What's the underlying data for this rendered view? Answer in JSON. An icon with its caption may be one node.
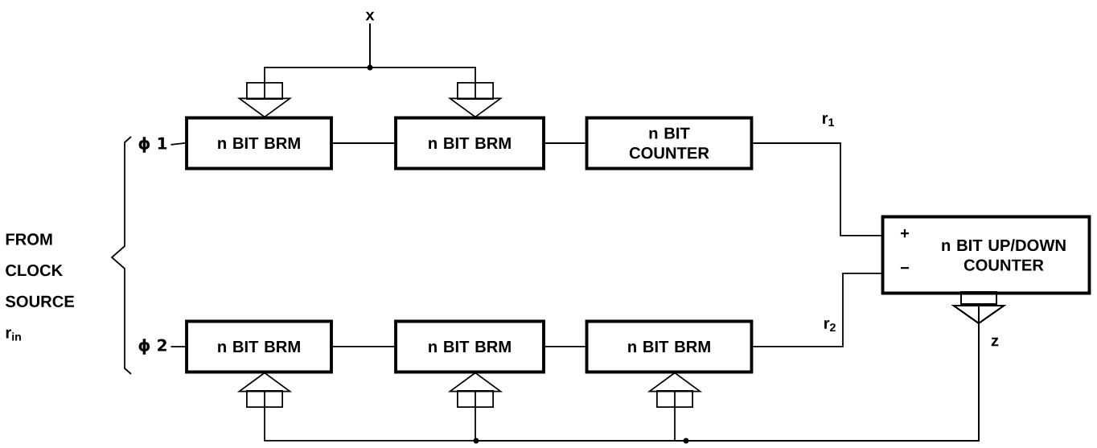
{
  "diagram": {
    "nodes": [
      {
        "text": [
          "x"
        ]
      },
      {
        "text": [
          "n BIT BRM"
        ]
      },
      {
        "text": [
          "n BIT BRM"
        ]
      },
      {
        "text": [
          "n BIT COUNTER"
        ]
      },
      {
        "text": [
          "ϕ 1"
        ]
      },
      {
        "text": [
          "ϕ 2"
        ]
      },
      {
        "text": [
          "n BIT BRM"
        ]
      },
      {
        "text": [
          "n BIT BRM"
        ]
      },
      {
        "text": [
          "n BIT BRM"
        ]
      },
      {
        "text": [
          "+",
          "−",
          "n BIT UP/DOWN COUNTER"
        ]
      }
    ],
    "edges": [
      {
        "from": 0,
        "to": 1,
        "arrow": "to"
      },
      {
        "from": 0,
        "to": 2,
        "arrow": "to"
      },
      {
        "from": 4,
        "to": 1,
        "arrow": "none"
      },
      {
        "from": 1,
        "to": 2,
        "arrow": "none"
      },
      {
        "from": 2,
        "to": 3,
        "arrow": "none"
      },
      {
        "from": 3,
        "to": 9,
        "arrow": "none",
        "label": "r$_{1}$"
      },
      {
        "from": 5,
        "to": 6,
        "arrow": "none"
      },
      {
        "from": 6,
        "to": 7,
        "arrow": "none"
      },
      {
        "from": 7,
        "to": 8,
        "arrow": "none"
      },
      {
        "from": 8,
        "to": 9,
        "arrow": "none",
        "label": "r$_{2}$"
      },
      {
        "from": 9,
        "to": 6,
        "arrow": "to"
      },
      {
        "from": 9,
        "to": 7,
        "arrow": "to"
      },
      {
        "from": 9,
        "to": 8,
        "arrow": "to",
        "label": "z"
      }
    ],
    "labels": [
      "FROM CLOCK SOURCE r$_{in}$"
    ]
  }
}
